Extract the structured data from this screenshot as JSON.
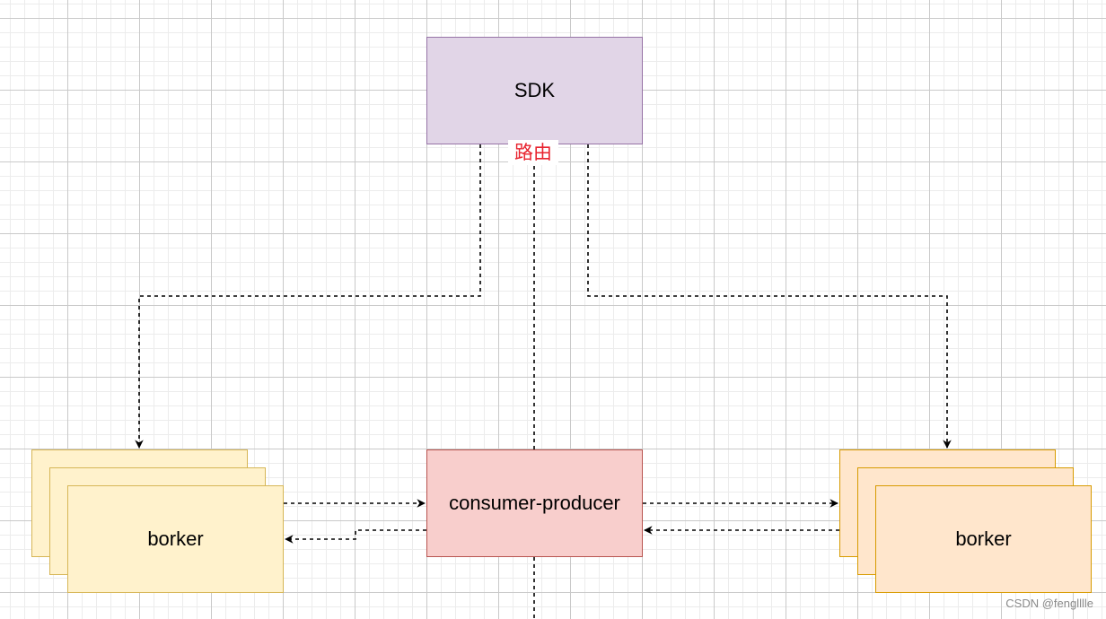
{
  "diagram": {
    "nodes": {
      "sdk": "SDK",
      "consumer_producer": "consumer-producer",
      "broker_left": "borker",
      "broker_right": "borker"
    },
    "route_label": "路由",
    "colors": {
      "sdk_fill": "#e1d5e7",
      "sdk_stroke": "#9673a6",
      "consumer_producer_fill": "#f8cecc",
      "consumer_producer_stroke": "#b85450",
      "broker_left_fill": "#fff2cc",
      "broker_left_stroke": "#d6b656",
      "broker_right_fill": "#ffe6cc",
      "broker_right_stroke": "#d79b00",
      "route_label": "#e8232e",
      "connector": "#000000"
    },
    "edges": [
      {
        "from": "sdk",
        "to": "broker_left",
        "style": "dashed"
      },
      {
        "from": "sdk",
        "to": "broker_right",
        "style": "dashed"
      },
      {
        "from": "sdk",
        "to": "consumer_producer",
        "style": "dashed",
        "label": "路由"
      },
      {
        "from": "broker_left",
        "to": "consumer_producer",
        "style": "dashed"
      },
      {
        "from": "consumer_producer",
        "to": "broker_left",
        "style": "dashed"
      },
      {
        "from": "consumer_producer",
        "to": "broker_right",
        "style": "dashed"
      },
      {
        "from": "broker_right",
        "to": "consumer_producer",
        "style": "dashed"
      }
    ]
  },
  "watermark": "CSDN @fenglllle"
}
